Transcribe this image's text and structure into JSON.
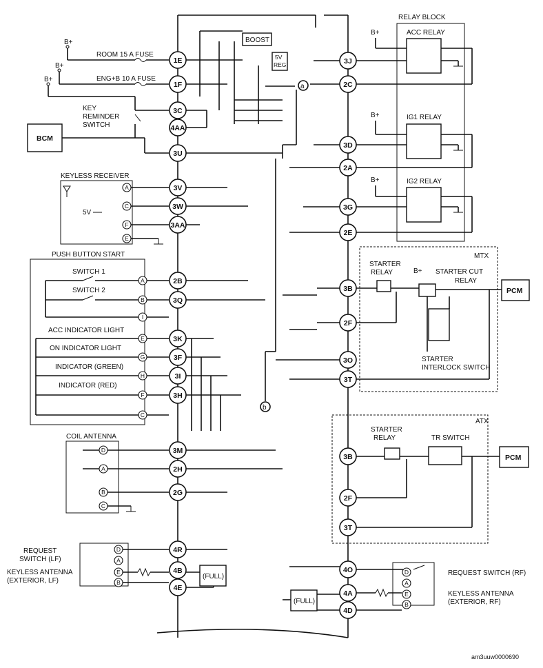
{
  "connectors": [
    "1E",
    "1F",
    "3C",
    "4AA",
    "3U",
    "3V",
    "3W",
    "3AA",
    "2B",
    "3Q",
    "3K",
    "3F",
    "3I",
    "3H",
    "3M",
    "2H",
    "2G",
    "4R",
    "4B",
    "4E",
    "3J",
    "2C",
    "3D",
    "2A",
    "3G",
    "2E",
    "3B",
    "2F",
    "3O",
    "3T",
    "3B",
    "2F",
    "3T",
    "4O",
    "4A",
    "4D"
  ],
  "labels": {
    "room_fuse": "ROOM 15 A FUSE",
    "eng_fuse": "ENG+B 10 A FUSE",
    "key_reminder": [
      "KEY",
      "REMINDER",
      "SWITCH"
    ],
    "bcm": "BCM",
    "keyless_receiver": "KEYLESS RECEIVER",
    "five_v": "5V",
    "push_button_start": "PUSH BUTTON START",
    "switch1": "SWITCH 1",
    "switch2": "SWITCH 2",
    "acc_indicator": "ACC INDICATOR LIGHT",
    "on_indicator": "ON INDICATOR LIGHT",
    "indicator_green": "INDICATOR (GREEN)",
    "indicator_red": "INDICATOR (RED)",
    "coil_antenna": "COIL ANTENNA",
    "request_switch_lf": [
      "REQUEST",
      "SWITCH (LF)"
    ],
    "keyless_antenna_lf": [
      "KEYLESS ANTENNA",
      "(EXTERIOR, LF)"
    ],
    "full_left": "(FULL)",
    "full_right": "(FULL)",
    "boost": "BOOST",
    "five_v_reg": [
      "5V",
      "REG"
    ],
    "relay_block": "RELAY BLOCK",
    "acc_relay": "ACC RELAY",
    "ig1_relay": "IG1 RELAY",
    "ig2_relay": "IG2 RELAY",
    "b_plus": "B+",
    "mtx": "MTX",
    "starter_relay_mtx": [
      "STARTER",
      "RELAY"
    ],
    "starter_cut_relay": [
      "STARTER CUT",
      "RELAY"
    ],
    "pcm": "PCM",
    "starter_interlock": [
      "STARTER",
      "INTERLOCK SWITCH"
    ],
    "atx": "ATX",
    "starter_relay_atx": [
      "STARTER",
      "RELAY"
    ],
    "tr_switch": "TR SWITCH",
    "request_switch_rf": "REQUEST SWITCH (RF)",
    "keyless_antenna_rf": [
      "KEYLESS ANTENNA",
      "(EXTERIOR, RF)"
    ],
    "node_a": "a",
    "node_b": "b",
    "figure_id": "am3uuw0000690"
  },
  "pins": [
    "A",
    "C",
    "F",
    "E",
    "A",
    "B",
    "I",
    "E",
    "G",
    "H",
    "F",
    "C",
    "D",
    "A",
    "B",
    "C",
    "D",
    "A",
    "E",
    "B",
    "D",
    "A",
    "E",
    "B"
  ]
}
